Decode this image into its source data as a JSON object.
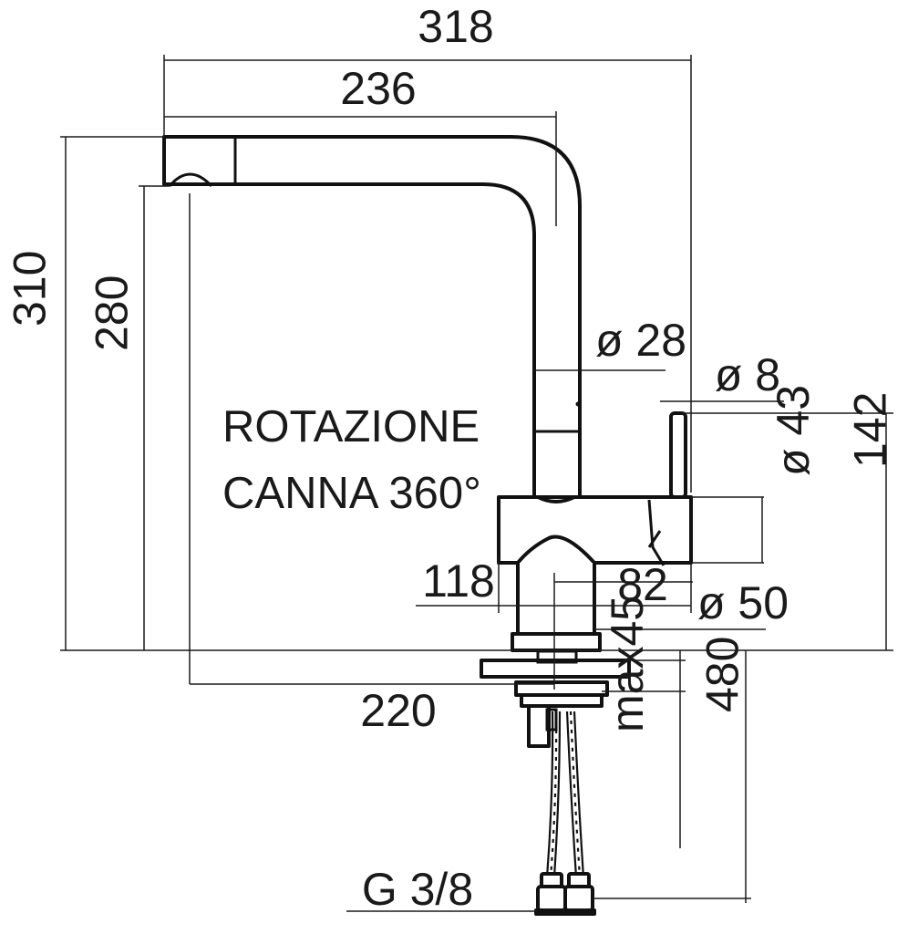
{
  "dimensions": {
    "overall_width": "318",
    "spout_reach": "236",
    "overall_height": "310",
    "spout_height": "280",
    "spout_diameter": "ø 28",
    "lever_diameter": "ø 8",
    "body_diameter": "ø 43",
    "body_height": "142",
    "body_width": "118",
    "lever_offset": "82",
    "base_diameter": "ø 50",
    "spout_to_base": "220",
    "max_worktop_thickness": "max45",
    "hose_length": "480",
    "connection_thread": "G 3/8"
  },
  "notes": {
    "rotation_line1": "ROTAZIONE",
    "rotation_line2": "CANNA 360°"
  }
}
